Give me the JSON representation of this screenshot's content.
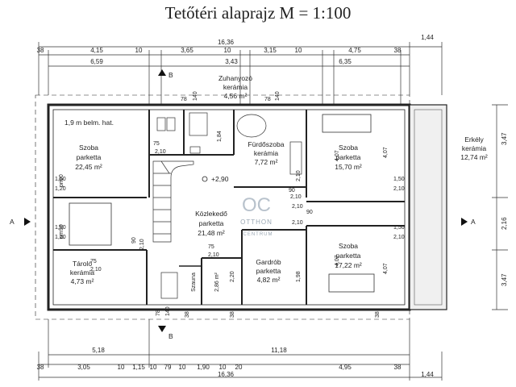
{
  "title": "Tetőtéri alaprajz M = 1:100",
  "dims_top": {
    "total": "16,36",
    "right": "1,44",
    "row2": [
      "38",
      "4,15",
      "10",
      "3,65",
      "10",
      "3,15",
      "10",
      "4,75",
      "38"
    ],
    "row3": [
      "6,59",
      "3,43",
      "6,35"
    ]
  },
  "dims_bottom": {
    "row1": [
      "5,18",
      "11,18"
    ],
    "row2": [
      "38",
      "3,05",
      "10",
      "1,15",
      "10",
      "79",
      "10",
      "1,90",
      "10",
      "20",
      "4,95",
      "38"
    ],
    "total": "16,36",
    "right": "1,44"
  },
  "dims_right": [
    "3,47",
    "2,16",
    "3,47"
  ],
  "section": {
    "a": "A",
    "b": "B"
  },
  "note_height": "1,9 m belm. hat.",
  "level": "+2,90",
  "rooms": {
    "szoba1": {
      "name": "Szoba",
      "floor": "parketta",
      "area": "22,45 m²"
    },
    "zuhanyozo": {
      "name": "Zuhanyozó",
      "floor": "kerámia",
      "area": "4,56 m²"
    },
    "furdo": {
      "name": "Fürdőszoba",
      "floor": "kerámia",
      "area": "7,72 m²"
    },
    "szoba2": {
      "name": "Szoba",
      "floor": "parketta",
      "area": "15,70 m²"
    },
    "erkely": {
      "name": "Erkély",
      "floor": "kerámia",
      "area": "12,74 m²"
    },
    "kozlekedo": {
      "name": "Közlekedő",
      "floor": "parketta",
      "area": "21,48 m²"
    },
    "szoba3": {
      "name": "Szoba",
      "floor": "parketta",
      "area": "17,22 m²"
    },
    "tarolo": {
      "name": "Tároló",
      "floor": "kerámia",
      "area": "4,73 m²"
    },
    "szauna": {
      "name": "Szauna",
      "area": "2,86 m²"
    },
    "gardrob": {
      "name": "Gardrób",
      "floor": "parketta",
      "area": "4,82 m²"
    }
  },
  "openings": {
    "d78a": "78",
    "d140a": "140",
    "d78b": "78",
    "d140b": "140",
    "d184": "1,84",
    "d75a": "75",
    "d75b": "75",
    "d210a": "2,10",
    "d210b": "2,10",
    "d90a": "90",
    "d90b": "90",
    "d90c": "90",
    "d90d": "90",
    "d90e": "90",
    "d150a": "1,50",
    "d120a": "1,20",
    "d150b": "1,50",
    "d120b": "1,20",
    "pm1": "pm",
    "pm2": "pm",
    "d150c": "1,50",
    "d210c": "2,10",
    "d150d": "1,50",
    "d210d": "2,10",
    "d407a": "4,07",
    "d407b": "4,07",
    "d407c": "4,07",
    "d407d": "4,07",
    "d210e": "2,10",
    "d210f": "2,10",
    "d210g": "2,10",
    "d210h": "2,10",
    "d75c": "75",
    "d210i": "2,10",
    "d75d": "75",
    "d210j": "2,10",
    "d220": "2,20",
    "d198": "1,98",
    "d38a": "38",
    "d38b": "38",
    "d38c": "38",
    "d78c": "78",
    "d140c": "140"
  },
  "watermark": {
    "mono": "OC",
    "l1": "OTTHON",
    "l2": "CENTRUM"
  }
}
